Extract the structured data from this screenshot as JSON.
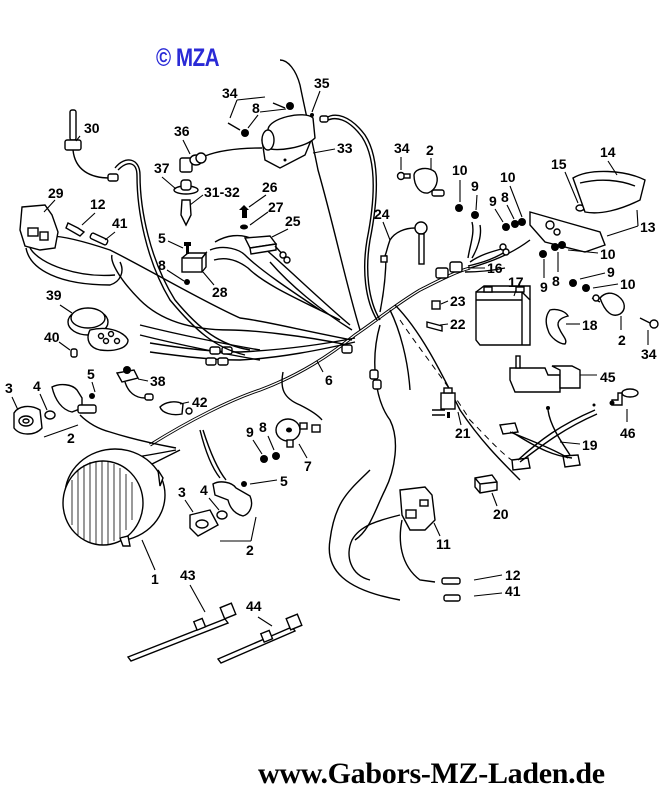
{
  "header": {
    "copyright": "© MZA"
  },
  "footer": {
    "website": "www.Gabors-MZ-Laden.de"
  },
  "colors": {
    "copyright": "#2a2ad6",
    "lines": "#000000",
    "background": "#ffffff"
  },
  "callouts": {
    "c30": "30",
    "c29": "29",
    "c12a": "12",
    "c41a": "41",
    "c36": "36",
    "c37": "37",
    "c3132": "31-32",
    "c5a": "5",
    "c8a": "8",
    "c28": "28",
    "c34a": "34",
    "c8b": "8",
    "c35": "35",
    "c33": "33",
    "c26": "26",
    "c27": "27",
    "c25": "25",
    "c24": "24",
    "c34b": "34",
    "c2a": "2",
    "c10a": "10",
    "c9a": "9",
    "c10b": "10",
    "c9b": "9",
    "c8c": "8",
    "c15": "15",
    "c14": "14",
    "c13": "13",
    "c10c": "10",
    "c9c": "9",
    "c8d": "8",
    "c9d": "9",
    "c10d": "10",
    "c16": "16",
    "c17": "17",
    "c23": "23",
    "c22": "22",
    "c18": "18",
    "c2b": "2",
    "c34c": "34",
    "c39": "39",
    "c40": "40",
    "c38": "38",
    "c42": "42",
    "c6": "6",
    "c3a": "3",
    "c4a": "4",
    "c5b": "5",
    "c2c": "2",
    "c45": "45",
    "c46": "46",
    "c21": "21",
    "c19": "19",
    "c9e": "9",
    "c8e": "8",
    "c7": "7",
    "c3b": "3",
    "c4b": "4",
    "c5c": "5",
    "c2d": "2",
    "c1": "1",
    "c20": "20",
    "c11": "11",
    "c12b": "12",
    "c41b": "41",
    "c43": "43",
    "c44": "44"
  }
}
